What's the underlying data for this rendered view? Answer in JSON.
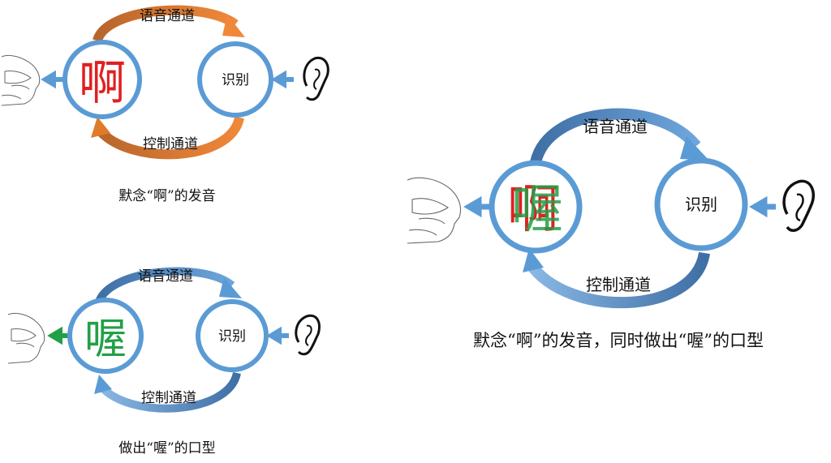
{
  "colors": {
    "blue": "#5b9bd5",
    "blue_dark": "#3f6fa5",
    "orange": "#e07b2a",
    "orange_dark": "#b8652b",
    "red": "#e02020",
    "green": "#22a046"
  },
  "diagram_a": {
    "char": "啊",
    "recognition": "识别",
    "speech_channel": "语音通道",
    "control_channel": "控制通道",
    "caption": "默念“啊”的发音"
  },
  "diagram_b": {
    "char": "喔",
    "recognition": "识别",
    "speech_channel": "语音通道",
    "control_channel": "控制通道",
    "caption": "做出“喔”的口型"
  },
  "diagram_c": {
    "char_back": "啊",
    "char_front": "喔",
    "recognition": "识别",
    "speech_channel": "语音通道",
    "control_channel": "控制通道",
    "caption": "默念“啊”的发音，同时做出“喔”的口型"
  }
}
